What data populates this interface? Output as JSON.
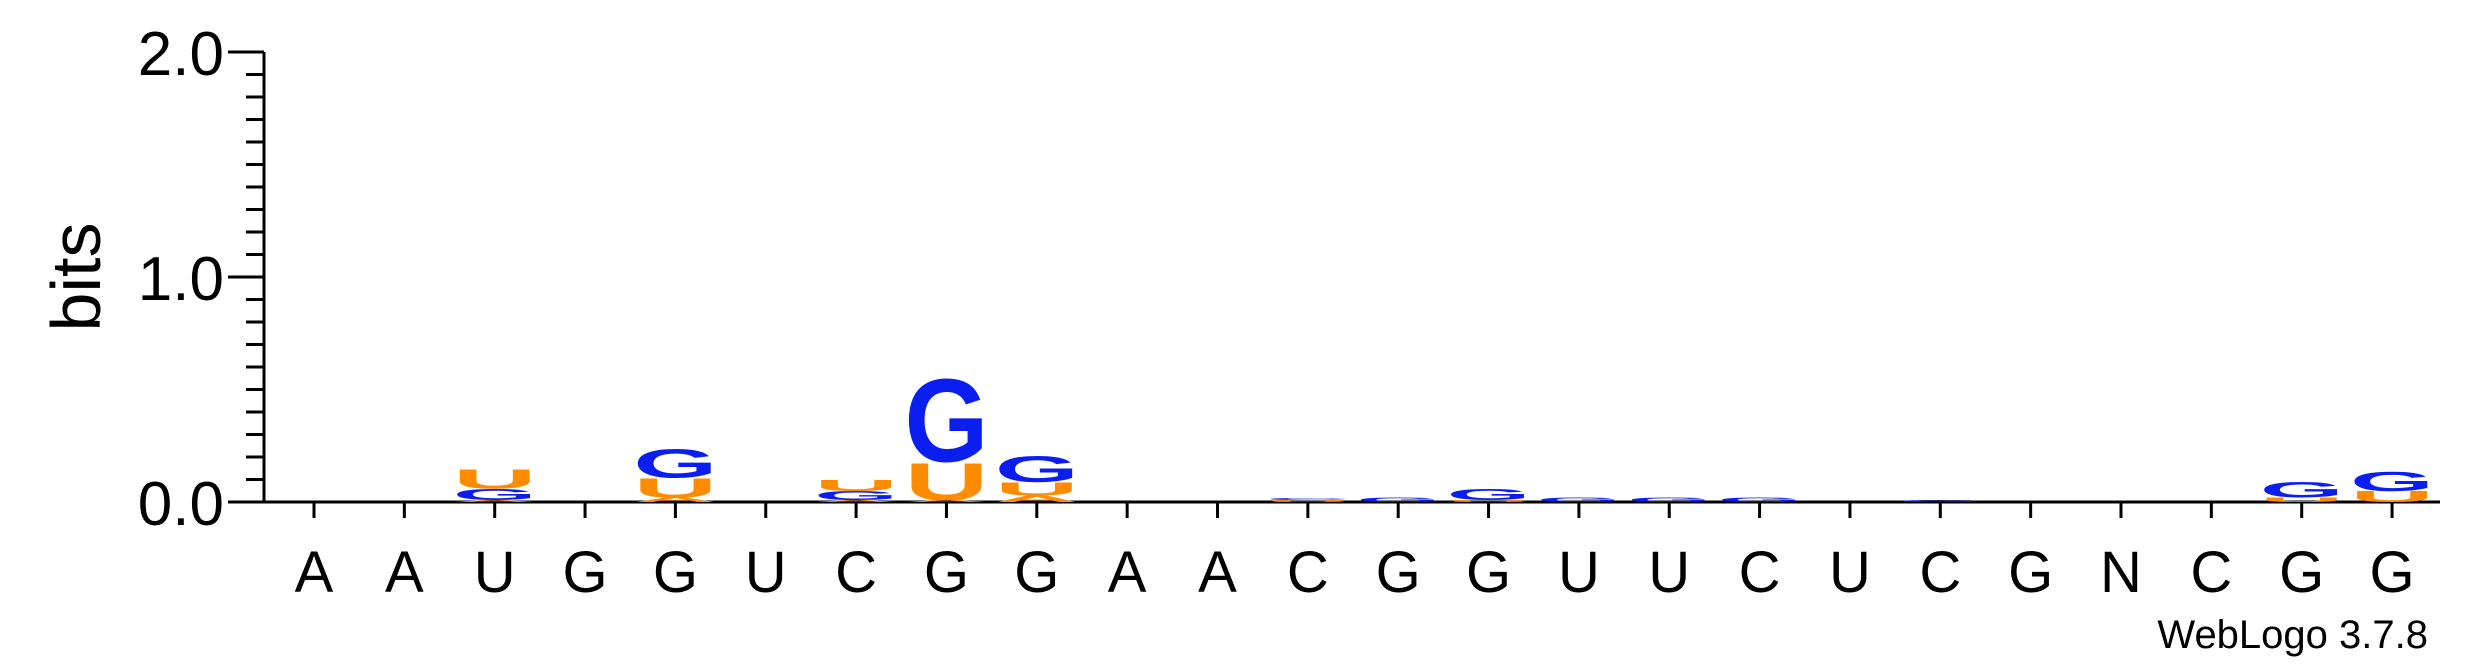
{
  "chart_data": {
    "type": "sequence-logo",
    "ylabel": "bits",
    "ylim": [
      0,
      2.0
    ],
    "yticks": [
      "0.0",
      "1.0",
      "2.0"
    ],
    "minor_ticks_per_unit": 10,
    "positions": [
      "A",
      "A",
      "U",
      "G",
      "G",
      "U",
      "C",
      "G",
      "G",
      "A",
      "A",
      "C",
      "G",
      "G",
      "U",
      "U",
      "C",
      "U",
      "C",
      "G",
      "N",
      "C",
      "G",
      "G"
    ],
    "colors": {
      "G": "#0a1ef0",
      "U": "#ff8c00",
      "A": "#ff8c00",
      "C": "#0a1ef0"
    },
    "stacks": [
      [],
      [],
      [
        {
          "letter": "A",
          "bits": 0.01
        },
        {
          "letter": "G",
          "bits": 0.05
        },
        {
          "letter": "U",
          "bits": 0.09
        }
      ],
      [],
      [
        {
          "letter": "A",
          "bits": 0.02
        },
        {
          "letter": "U",
          "bits": 0.09
        },
        {
          "letter": "G",
          "bits": 0.13
        }
      ],
      [],
      [
        {
          "letter": "A",
          "bits": 0.01
        },
        {
          "letter": "G",
          "bits": 0.04
        },
        {
          "letter": "U",
          "bits": 0.05
        }
      ],
      [
        {
          "letter": "A",
          "bits": 0.01
        },
        {
          "letter": "U",
          "bits": 0.17
        },
        {
          "letter": "G",
          "bits": 0.38
        }
      ],
      [
        {
          "letter": "A",
          "bits": 0.03
        },
        {
          "letter": "U",
          "bits": 0.06
        },
        {
          "letter": "G",
          "bits": 0.12
        }
      ],
      [],
      [],
      [
        {
          "letter": "U",
          "bits": 0.01
        },
        {
          "letter": "C",
          "bits": 0.01
        }
      ],
      [
        {
          "letter": "G",
          "bits": 0.02
        }
      ],
      [
        {
          "letter": "U",
          "bits": 0.01
        },
        {
          "letter": "G",
          "bits": 0.05
        }
      ],
      [
        {
          "letter": "G",
          "bits": 0.02
        }
      ],
      [
        {
          "letter": "G",
          "bits": 0.02
        }
      ],
      [
        {
          "letter": "G",
          "bits": 0.02
        }
      ],
      [],
      [
        {
          "letter": "G",
          "bits": 0.01
        }
      ],
      [],
      [],
      [],
      [
        {
          "letter": "U",
          "bits": 0.02
        },
        {
          "letter": "G",
          "bits": 0.07
        }
      ],
      [
        {
          "letter": "U",
          "bits": 0.05
        },
        {
          "letter": "G",
          "bits": 0.09
        }
      ]
    ]
  },
  "credit": "WebLogo 3.7.8"
}
